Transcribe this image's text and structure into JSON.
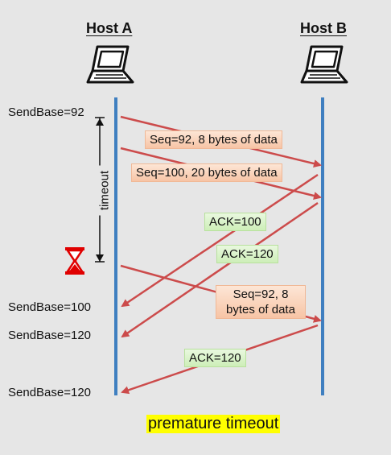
{
  "hosts": {
    "a": {
      "title": "Host A"
    },
    "b": {
      "title": "Host B"
    }
  },
  "sendbase": {
    "first": "SendBase=92",
    "second": "SendBase=100",
    "third": "SendBase=120",
    "fourth": "SendBase=120"
  },
  "timeout_label": "timeout",
  "messages": {
    "seg1": "Seq=92, 8 bytes of data",
    "seg2": "Seq=100, 20 bytes of data",
    "ack1": "ACK=100",
    "ack2": "ACK=120",
    "seg3": "Seq=92, 8 bytes of data",
    "ack3": "ACK=120"
  },
  "footer": "premature timeout",
  "colors": {
    "arrow": "#cc4b4b",
    "timeline": "#3f7fc0",
    "segment_label_bg": "#f9d2b9",
    "ack_label_bg": "#d8f2c6",
    "footer_highlight": "#ffff00",
    "hourglass": "#e00000"
  },
  "icons": {
    "host_a": "laptop-icon",
    "host_b": "laptop-icon",
    "timer": "hourglass-icon"
  }
}
